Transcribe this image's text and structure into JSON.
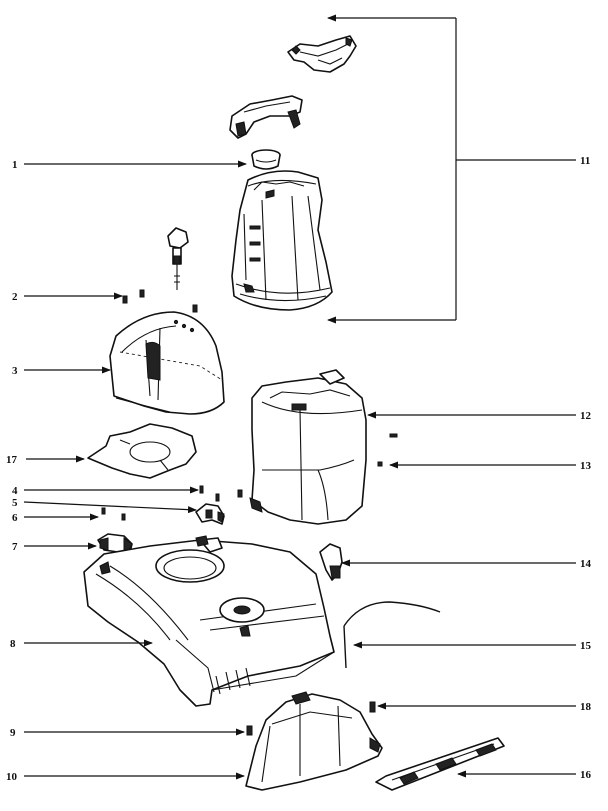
{
  "callouts": [
    {
      "key": "p1",
      "label": "1"
    },
    {
      "key": "p2",
      "label": "2"
    },
    {
      "key": "p3",
      "label": "3"
    },
    {
      "key": "p17",
      "label": "17"
    },
    {
      "key": "p4",
      "label": "4"
    },
    {
      "key": "p5",
      "label": "5"
    },
    {
      "key": "p6",
      "label": "6"
    },
    {
      "key": "p7",
      "label": "7"
    },
    {
      "key": "p8",
      "label": "8"
    },
    {
      "key": "p9",
      "label": "9"
    },
    {
      "key": "p10",
      "label": "10"
    },
    {
      "key": "p11",
      "label": "11"
    },
    {
      "key": "p12",
      "label": "12"
    },
    {
      "key": "p13",
      "label": "13"
    },
    {
      "key": "p14",
      "label": "14"
    },
    {
      "key": "p15",
      "label": "15"
    },
    {
      "key": "p18",
      "label": "18"
    },
    {
      "key": "p16",
      "label": "16"
    }
  ]
}
